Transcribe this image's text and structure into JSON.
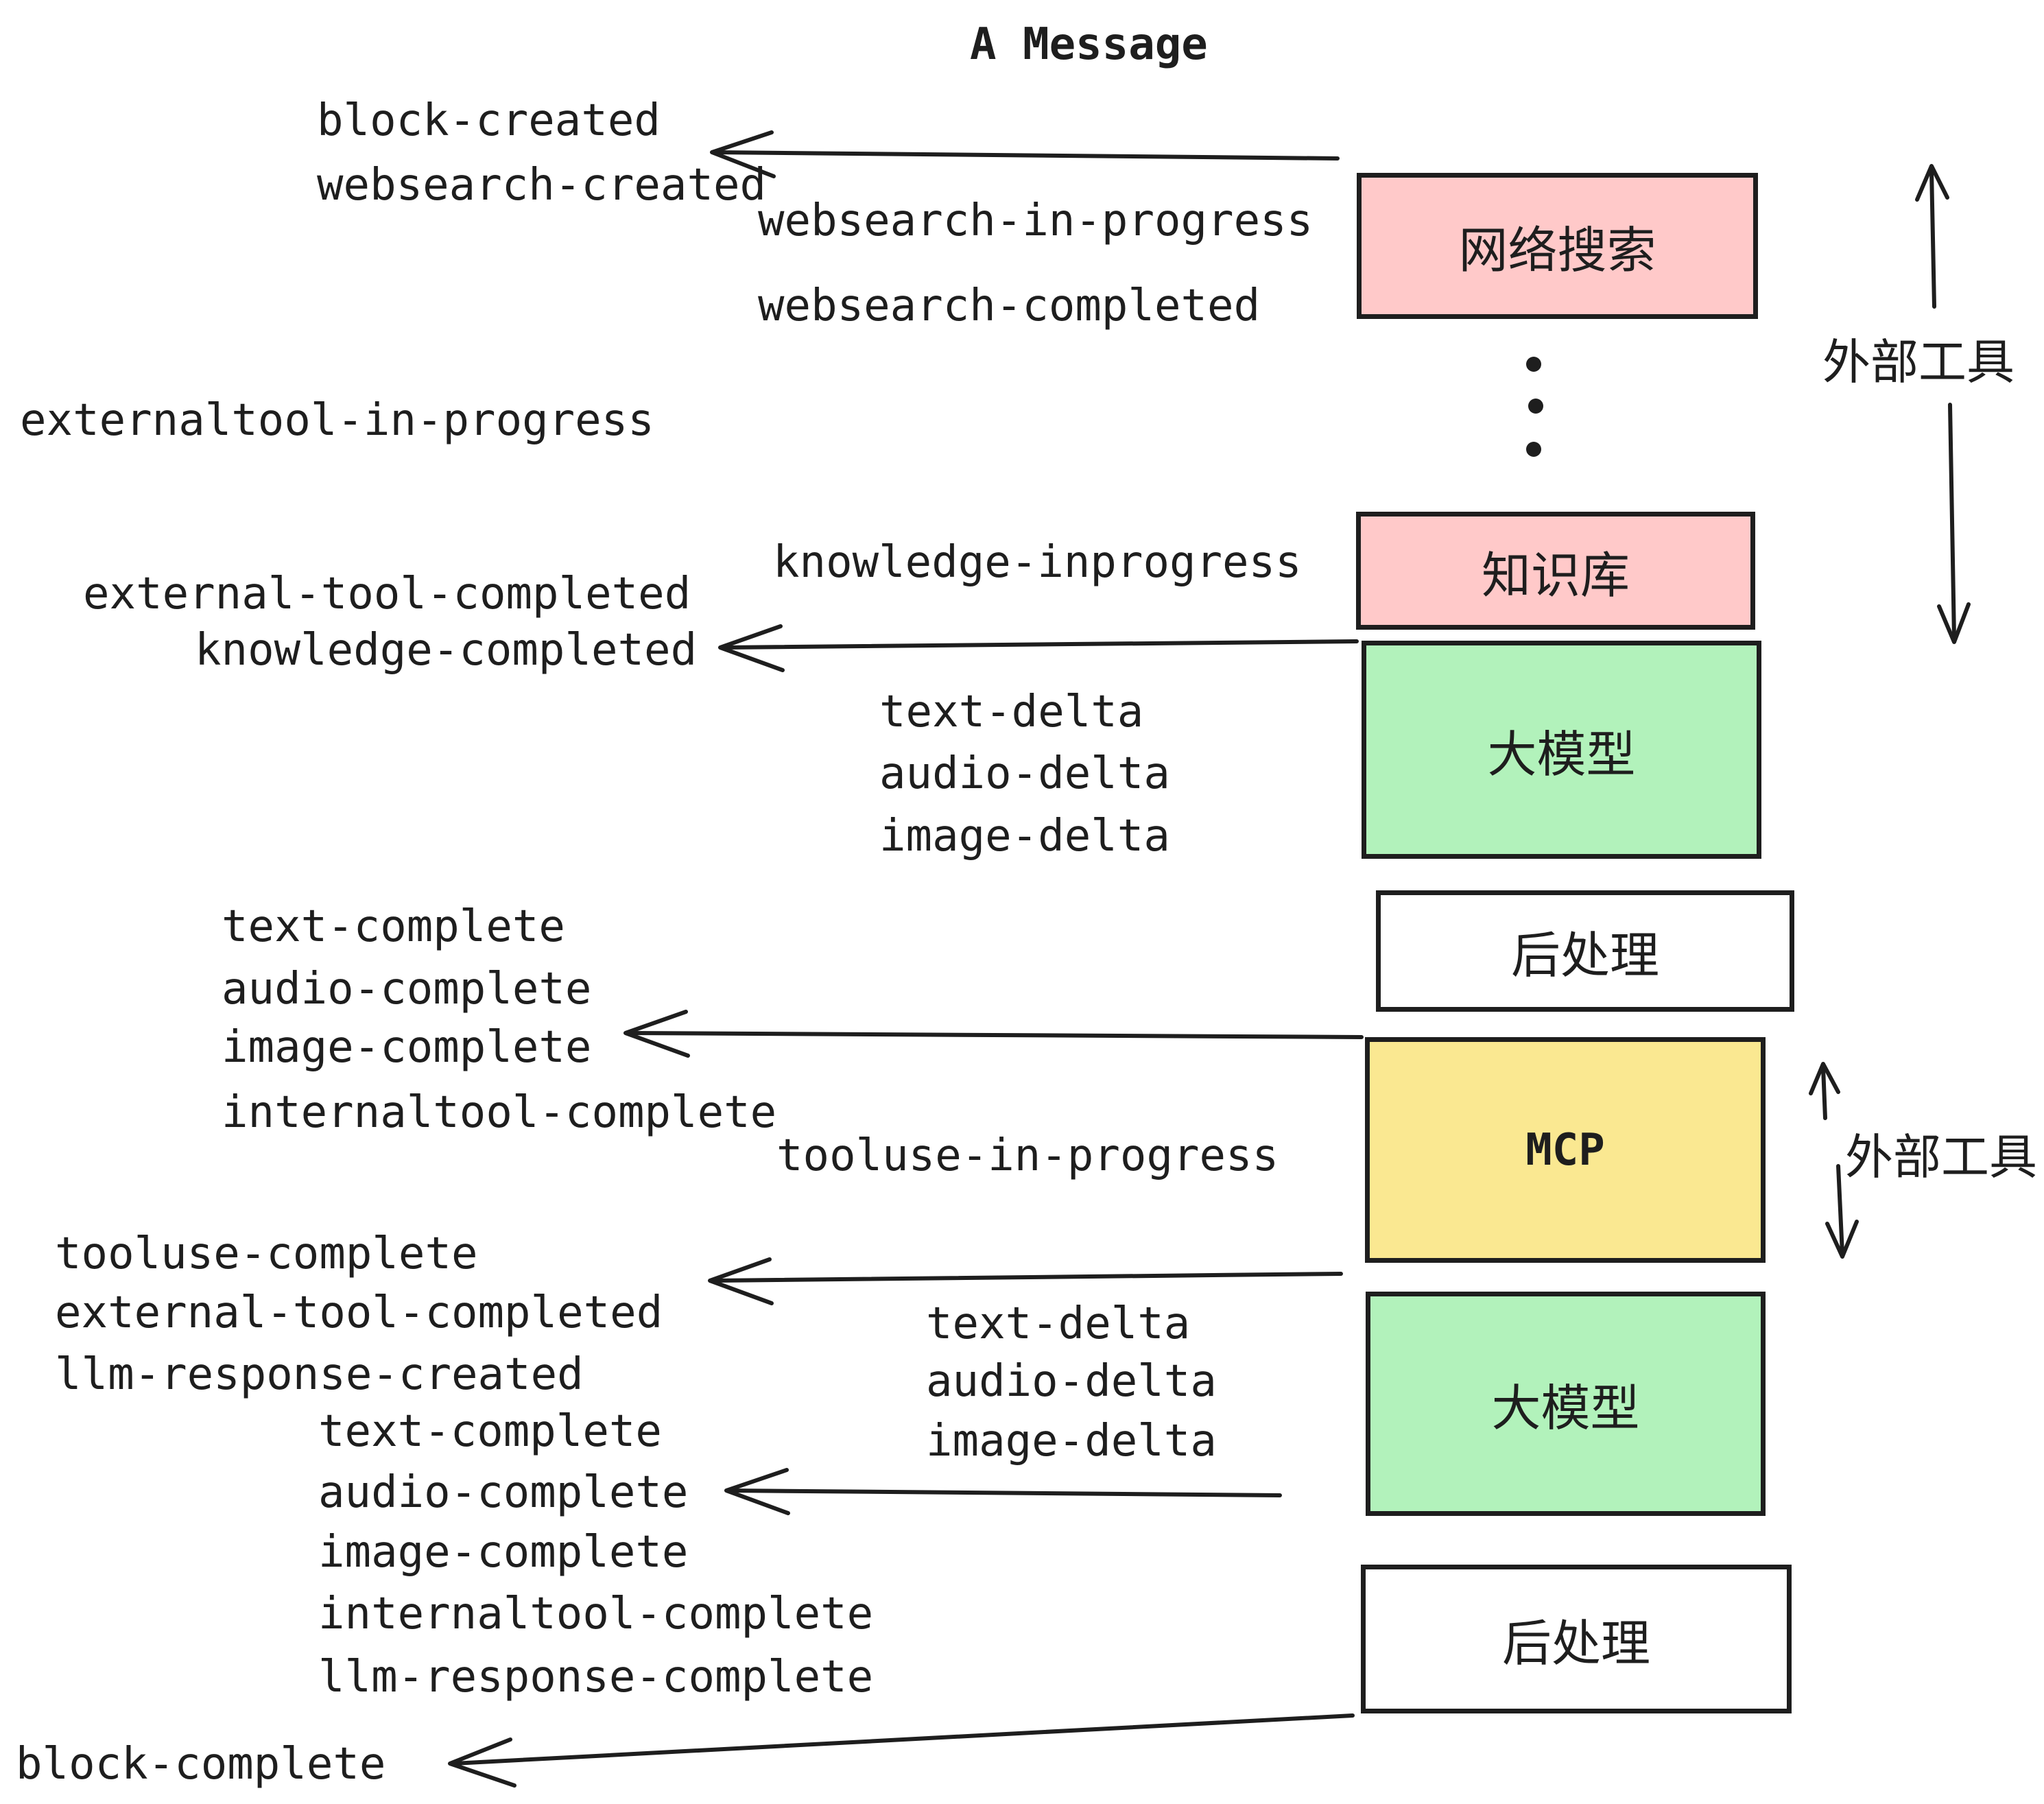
{
  "title": "A Message",
  "boxes": [
    {
      "id": "websearch",
      "label": "网络搜索",
      "fill": "#ffc9c9"
    },
    {
      "id": "knowledge",
      "label": "知识库",
      "fill": "#ffc9c9"
    },
    {
      "id": "llm-1",
      "label": "大模型",
      "fill": "#b2f2bb"
    },
    {
      "id": "postprocess-1",
      "label": "后处理",
      "fill": "#ffffff"
    },
    {
      "id": "mcp",
      "label": "MCP",
      "fill": "#fae891"
    },
    {
      "id": "llm-2",
      "label": "大模型",
      "fill": "#b2f2bb"
    },
    {
      "id": "postprocess-2",
      "label": "后处理",
      "fill": "#ffffff"
    }
  ],
  "side_labels": {
    "external_tools_top": "外部工具",
    "external_tools_mcp": "外部工具"
  },
  "events": {
    "block_created": "block-created",
    "websearch_created": "websearch-created",
    "websearch_in_progress": "websearch-in-progress",
    "websearch_completed": "websearch-completed",
    "externaltool_in_progress": "externaltool-in-progress",
    "external_tool_completed_1": "external-tool-completed",
    "knowledge_inprogress": "knowledge-inprogress",
    "knowledge_completed": "knowledge-completed",
    "text_delta_1": "text-delta",
    "audio_delta_1": "audio-delta",
    "image_delta_1": "image-delta",
    "text_complete_1": "text-complete",
    "audio_complete_1": "audio-complete",
    "image_complete_1": "image-complete",
    "internaltool_complete_1": "internaltool-complete",
    "tooluse_in_progress": "tooluse-in-progress",
    "tooluse_complete": "tooluse-complete",
    "external_tool_completed_2": "external-tool-completed",
    "llm_response_created": "llm-response-created",
    "text_delta_2": "text-delta",
    "audio_delta_2": "audio-delta",
    "image_delta_2": "image-delta",
    "text_complete_2": "text-complete",
    "audio_complete_2": "audio-complete",
    "image_complete_2": "image-complete",
    "internaltool_complete_2": "internaltool-complete",
    "llm_response_complete": "llm-response-complete",
    "block_complete": "block-complete"
  },
  "colors": {
    "ink": "#1e1e1e",
    "box_pink": "#ffc9c9",
    "box_green": "#b2f2bb",
    "box_yellow": "#fae891",
    "box_white": "#ffffff",
    "background": "#ffffff"
  }
}
